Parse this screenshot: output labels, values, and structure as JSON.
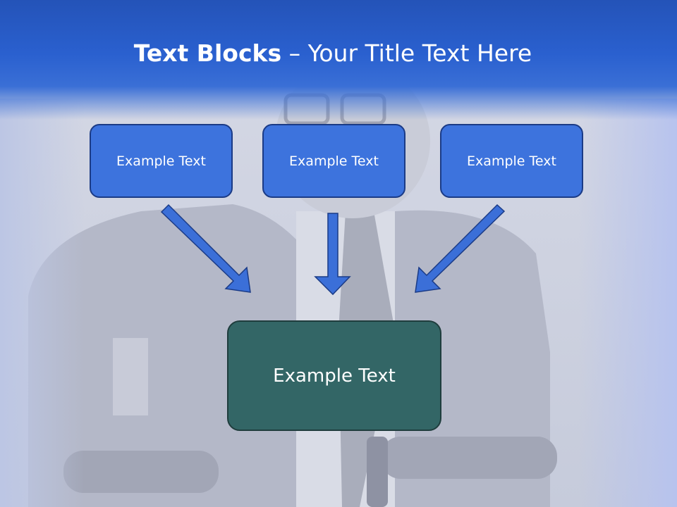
{
  "slide": {
    "title_bold": "Text Blocks",
    "title_dash": " – ",
    "title_rest": "Your Title Text Here"
  },
  "blocks": {
    "top": [
      {
        "label": "Example Text"
      },
      {
        "label": "Example Text"
      },
      {
        "label": "Example Text"
      }
    ],
    "center": {
      "label": "Example Text"
    }
  },
  "colors": {
    "header": "#2a60cf",
    "block_fill": "#3d73dd",
    "block_border": "#1b3b86",
    "center_fill": "#336666",
    "arrow_fill": "#3b6fd8"
  }
}
